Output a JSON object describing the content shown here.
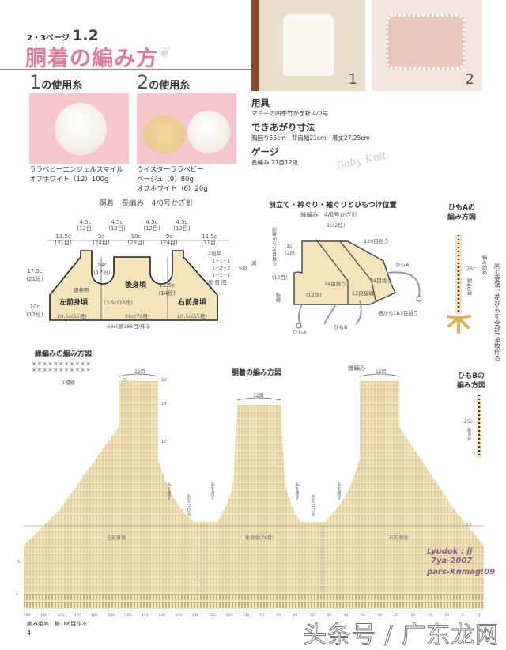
{
  "header": {
    "page_ref": "2・3ページ",
    "number": "1.2",
    "title": "胴着の編み方"
  },
  "photos": [
    {
      "label": "1"
    },
    {
      "label": "2"
    }
  ],
  "yarns": [
    {
      "num": "1",
      "heading": "の使用糸",
      "lines": [
        "ララベビーエンジェルスマイル",
        "オフホワイト（12）100g"
      ]
    },
    {
      "num": "2",
      "heading": "の使用糸",
      "lines": [
        "ウイスターララベビー",
        "ベージュ（9）80g",
        "オフホワイト（6）20g"
      ]
    }
  ],
  "info": {
    "tools_h": "用具",
    "tools": "マミーの四季竹かぎ針 4/0号",
    "size_h": "できあがり寸法",
    "size": "胸回り56cm　背肩幅21cm　着丈27.25cm",
    "gauge_h": "ゲージ",
    "gauge": "長編み 27目12段",
    "watermark": "Baby Knit"
  },
  "body_diagram": {
    "title": "胴着　長編み　4/0号かぎ針",
    "top_dims": [
      "4.5c",
      "(12目)",
      "4.5c",
      "(12目)",
      "4.5c",
      "(12目)",
      "4.5c",
      "(12目)"
    ],
    "width_dims": [
      "11.5c",
      "(31目)",
      "9c",
      "(24目)",
      "10c",
      "(28目)",
      "9c",
      "(24目)",
      "11.5c",
      "(31目)"
    ],
    "left_h": [
      "17.5c",
      "(21段)",
      "10c",
      "(12段)"
    ],
    "armhole_l": [
      "14c",
      "(17段)"
    ],
    "armhole_r": [
      "11.5c",
      "(14段)"
    ],
    "ref": "図参照",
    "mid": "13.5c(16段)",
    "panels": [
      "左前身頃",
      "後身頃",
      "右前身頃"
    ],
    "bottom": [
      "20.5c(55目)",
      "28c(76目)",
      "20.5c(55目)"
    ],
    "total": "69c(鎖186目)作る",
    "dec": [
      "2段平",
      "1−1−1",
      "1−2−2",
      "1−1−1",
      "段 目 回",
      "6段",
      "減"
    ]
  },
  "edge_diagram": {
    "title": "前立て・衿ぐり・袖ぐりとひもつけ位置",
    "subtitle": "縁編み　4/0号かぎ針",
    "labels": [
      "1c(2段)",
      "120目拾う",
      "前後から78目拾う",
      "1c",
      "(2段)",
      "(12目)",
      "(12段)",
      "脇線",
      "24目拾う",
      "24目拾う",
      "12段",
      "脇線",
      "裾から183目拾う",
      "ひもA",
      "ひもA",
      "ひもB"
    ]
  },
  "cordA": {
    "title": [
      "ひもAの",
      "編み方図"
    ],
    "labels": [
      "25c",
      "鎖80目",
      "編み始め",
      "同じ要領で花びらを全部で8枚作る"
    ]
  },
  "cordB": {
    "title": [
      "ひもBの",
      "編み方図"
    ],
    "labels": [
      "25c",
      "鎖80目"
    ]
  },
  "edge_chart": {
    "title": "縁編みの編み方図",
    "repeat": "1模様"
  },
  "main_chart": {
    "title": "胴着の編み方図",
    "top_l": "12目",
    "top_c": "52目",
    "top_r": "12目",
    "edging": "縁編み",
    "panels": [
      "左前身頃",
      "後身頃(76目)",
      "右前身頃"
    ],
    "notes": [
      "糸を渡す",
      "糸をつける",
      "糸を渡す",
      "糸を渡す",
      "糸をつける",
      "糸を渡す"
    ],
    "col_numbers": [
      "186",
      "180",
      "175",
      "170",
      "165",
      "160",
      "155",
      "145",
      "140",
      "135",
      "130",
      "125",
      "120",
      "115",
      "70",
      "65",
      "60",
      "55",
      "50",
      "40",
      "35",
      "30",
      "25",
      "20",
      "15",
      "10",
      "5",
      "1"
    ],
    "row_numbers": [
      "21",
      "19",
      "14",
      "10",
      "15",
      "5",
      "1"
    ],
    "start": "編み始め　鎖186目作る",
    "credit": [
      "Lyudok : jj",
      "7ya-2007",
      "pars-Knmag:09"
    ]
  },
  "footer": {
    "page": "4",
    "watermark": "头条号 / 广东龙网"
  },
  "colors": {
    "title_pink": "#e07a98",
    "fabric": "#f3e3b8",
    "yarn_bg": "#f6c6cf",
    "credit": "#8a5a8a"
  }
}
